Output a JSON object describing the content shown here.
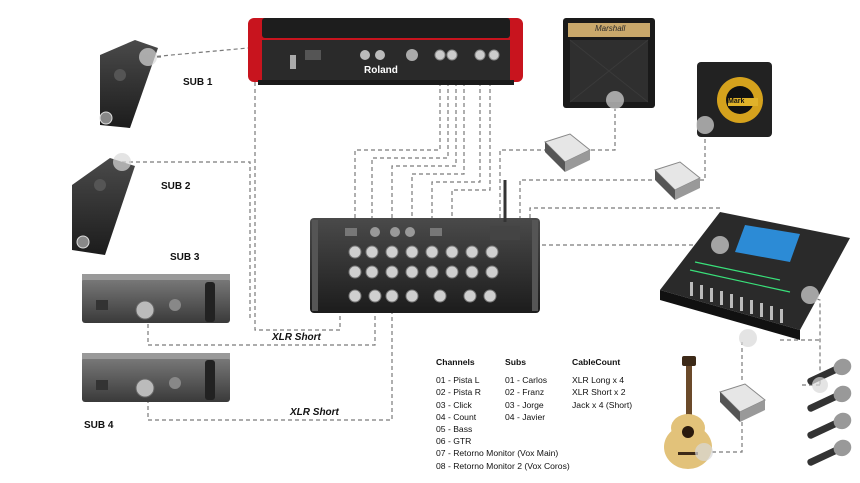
{
  "devices": {
    "sub_labels": [
      "SUB 1",
      "SUB 2",
      "SUB 3",
      "SUB 4"
    ],
    "roland_brand": "Roland",
    "amp_brand": "Marshall",
    "bass_amp_brand": "Mark"
  },
  "cables": {
    "xlr_short_1": "XLR Short",
    "xlr_short_2": "XLR Short"
  },
  "legend": {
    "channels_header": "Channels",
    "channels": [
      "01 - Pista L",
      "02 - Pista R",
      "03 - Click",
      "04 - Count",
      "05 - Bass",
      "06 - GTR",
      "07 - Retorno Monitor (Vox Main)",
      "08 - Retorno Monitor 2 (Vox Coros)"
    ],
    "subs_header": "Subs",
    "subs": [
      "01 - Carlos",
      "02 - Franz",
      "03 - Jorge",
      "04 - Javier"
    ],
    "cable_header": "CableCount",
    "cables": [
      "XLR Long x 4",
      "XLR Short x 2",
      "Jack x 4 (Short)"
    ]
  },
  "colors": {
    "roland_red": "#c8141e",
    "device_dark": "#2b2b2b",
    "cable": "#7a7a7a",
    "mixer_green": "#39e07a"
  }
}
